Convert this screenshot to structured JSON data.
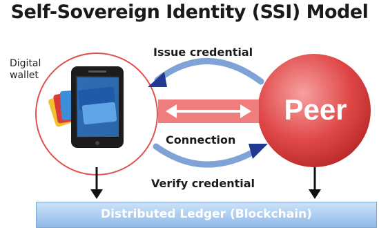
{
  "title": "Self-Sovereign Identity (SSI) Model",
  "wallet": {
    "label": "Digital\nwallet"
  },
  "peer": {
    "label": "Peer"
  },
  "edges": {
    "issue": "Issue credential",
    "connection": "Connection",
    "verify": "Verify credential"
  },
  "ledger": {
    "label": "Distributed Ledger (Blockchain)"
  },
  "colors": {
    "peer_fill": "#e04848",
    "wallet_ring": "#e05050",
    "arc_stroke": "#7fa3d6",
    "arrowhead": "#1f3a8f",
    "connection_bar": "#f07d7d",
    "ledger_fill": "#a9cbf0"
  }
}
